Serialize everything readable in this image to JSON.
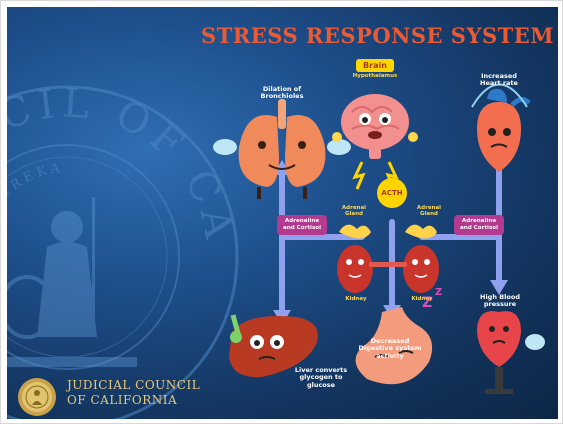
{
  "title": "STRESS RESPONSE SYSTEM",
  "brain": {
    "tag": "Brain",
    "sublabel": "Hypothalamus"
  },
  "acth": "ACTH",
  "organs": {
    "lungs": "Dilation of\nBronchioles",
    "heart": "Increased\nHeart rate",
    "liver": "Liver converts\nglycogen to\nglucose",
    "stomach": "Decreased\nDigestive system\nactivity",
    "blood_pressure": "High Blood\npressure",
    "kidney_left": "Kidney",
    "kidney_right": "Kidney",
    "adrenal_left": "Adrenal\nGland",
    "adrenal_right": "Adrenal\nGland"
  },
  "hormone_labels": {
    "left": "Adrenaline\nand Cortisol",
    "right": "Adrenaline\nand Cortisol"
  },
  "seal_text": "COUNCIL OF CALIFORNIA",
  "seal_motto": "EUREKA",
  "footer": {
    "line1": "JUDICIAL COUNCIL",
    "line2": "OF CALIFORNIA"
  },
  "colors": {
    "title": "#ea5a33",
    "connector": "#8fa0ee",
    "hormone_pill": "#b23a8f",
    "brain_tag": "#ffd400",
    "footer_text": "#e8c877"
  }
}
